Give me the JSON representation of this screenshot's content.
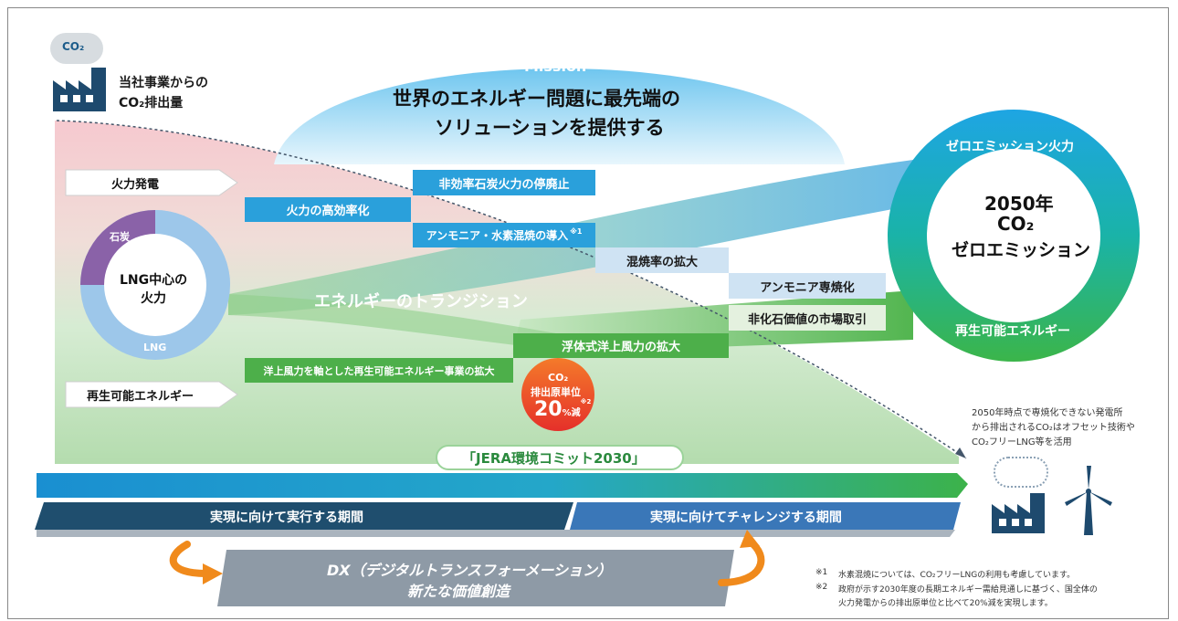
{
  "colors": {
    "accent_blue": "#2aa0db",
    "green": "#4daf4a",
    "dark_navy": "#1e4a6e",
    "teal": "#2b8fb0",
    "orange": "#f08a1c",
    "red": "#e8352a"
  },
  "emissions": {
    "co2_cloud": "CO₂",
    "label_line1": "当社事業からの",
    "label_line2": "CO₂排出量",
    "icon": "factory-icon"
  },
  "mission": {
    "title": "Mission",
    "line1": "世界のエネルギー問題に最先端の",
    "line2": "ソリューションを提供する"
  },
  "thermal_label": "火力発電",
  "renewable_label": "再生可能エネルギー",
  "donut": {
    "center_line1": "LNG中心の",
    "center_line2": "火力",
    "coal": "石炭",
    "lng": "LNG",
    "coal_share": 0.25
  },
  "steps": {
    "efficiency": "火力の高効率化",
    "coal_phaseout": "非効率石炭火力の停廃止",
    "ammonia": "アンモニア・水素混焼の導入",
    "ammonia_note": "※1",
    "cofiring": "混焼率の拡大",
    "ammonia_dedicated": "アンモニア専焼化",
    "nonfossil": "非化石価値の市場取引",
    "floating_wind": "浮体式洋上風力の拡大",
    "offshore_wind": "洋上風力を軸とした再生可能エネルギー事業の拡大"
  },
  "transition": "エネルギーのトランジション",
  "badge": {
    "line1": "CO₂",
    "line2": "排出原単位",
    "value": "20",
    "unit": "%減",
    "note": "※2"
  },
  "goal": {
    "top": "ゼロエミッション火力",
    "year": "2050年",
    "co2": "CO₂",
    "zero": "ゼロエミッション",
    "bottom": "再生可能エネルギー"
  },
  "commitment": "「JERA環境コミット2030」",
  "periods": {
    "execute": "実現に向けて実行する期間",
    "challenge": "実現に向けてチャレンジする期間"
  },
  "dx": {
    "line1": "DX（デジタルトランスフォーメーション）",
    "line2": "新たな価値創造"
  },
  "right_note": {
    "line1": "2050年時点で専焼化できない発電所",
    "line2": "から排出されるCO₂はオフセット技術や",
    "line3": "CO₂フリーLNG等を活用"
  },
  "end_icons": {
    "factory": "factory-icon",
    "wind": "wind-turbine-icon"
  },
  "footnotes": [
    {
      "mark": "※1",
      "line1": "水素混焼については、CO₂フリーLNGの利用も考慮しています。"
    },
    {
      "mark": "※2",
      "line1": "政府が示す2030年度の長期エネルギー需給見通しに基づく、国全体の",
      "line2": "火力発電からの排出原単位と比べて20%減を実現します。"
    }
  ]
}
